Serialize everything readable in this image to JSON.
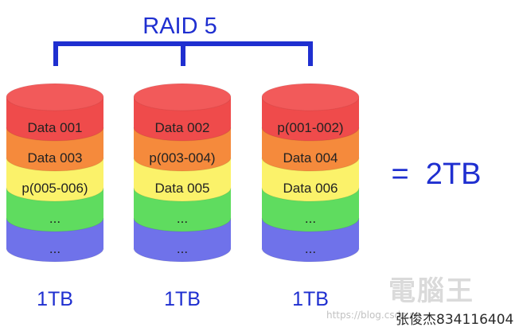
{
  "title": "RAID 5",
  "colors": {
    "blue": "#1f2fd0",
    "red": "#ef4b4b",
    "orange": "#f58a3c",
    "yellow": "#fbf26a",
    "green": "#5fdc5f",
    "purple": "#6f72ea"
  },
  "disks": [
    {
      "capacity": "1TB",
      "layers": [
        "Data 001",
        "Data 003",
        "p(005-006)",
        "...",
        "..."
      ]
    },
    {
      "capacity": "1TB",
      "layers": [
        "Data 002",
        "p(003-004)",
        "Data 005",
        "...",
        "..."
      ]
    },
    {
      "capacity": "1TB",
      "layers": [
        "p(001-002)",
        "Data 004",
        "Data 006",
        "...",
        "..."
      ]
    }
  ],
  "result": "=  2TB",
  "watermark": {
    "logo": "電腦王",
    "url": "https://blog.csdn.ne",
    "author": "张俊杰834116404"
  }
}
